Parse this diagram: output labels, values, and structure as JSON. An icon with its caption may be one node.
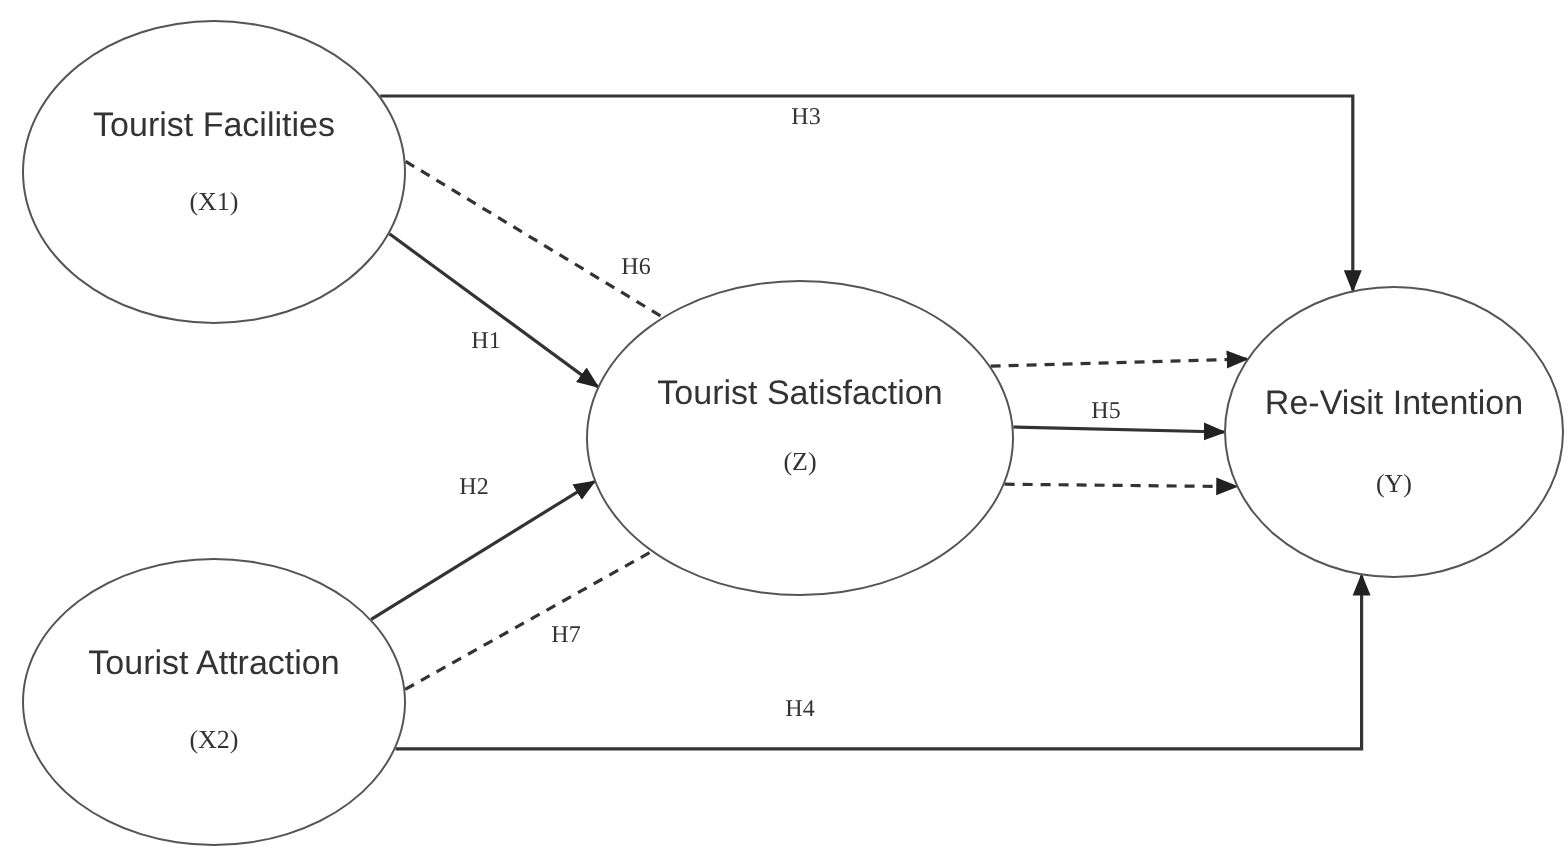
{
  "diagram": {
    "nodes": [
      {
        "text": [
          "Tourist Facilities",
          "(X1)"
        ]
      },
      {
        "text": [
          "Tourist Attraction",
          "(X2)"
        ]
      },
      {
        "text": [
          "Tourist Satisfaction",
          "(Z)"
        ]
      },
      {
        "text": [
          "Re-Visit Intention",
          "(Y)"
        ]
      }
    ],
    "edges": [
      {
        "from": 0,
        "to": 3,
        "arrow": "to",
        "label": "H3"
      },
      {
        "from": 0,
        "to": 2,
        "arrow": "none",
        "label": "H6",
        "style": "dashed"
      },
      {
        "from": 0,
        "to": 2,
        "arrow": "to",
        "label": "H1"
      },
      {
        "from": 1,
        "to": 2,
        "arrow": "to",
        "label": "H2"
      },
      {
        "from": 1,
        "to": 2,
        "arrow": "none",
        "label": "H7",
        "style": "dashed"
      },
      {
        "from": 1,
        "to": 3,
        "arrow": "to",
        "label": "H4"
      },
      {
        "from": 2,
        "to": 3,
        "arrow": "to",
        "style": "dashed"
      },
      {
        "from": 2,
        "to": 3,
        "arrow": "to",
        "label": "H5"
      },
      {
        "from": 2,
        "to": 3,
        "arrow": "to",
        "style": "dashed"
      }
    ]
  }
}
